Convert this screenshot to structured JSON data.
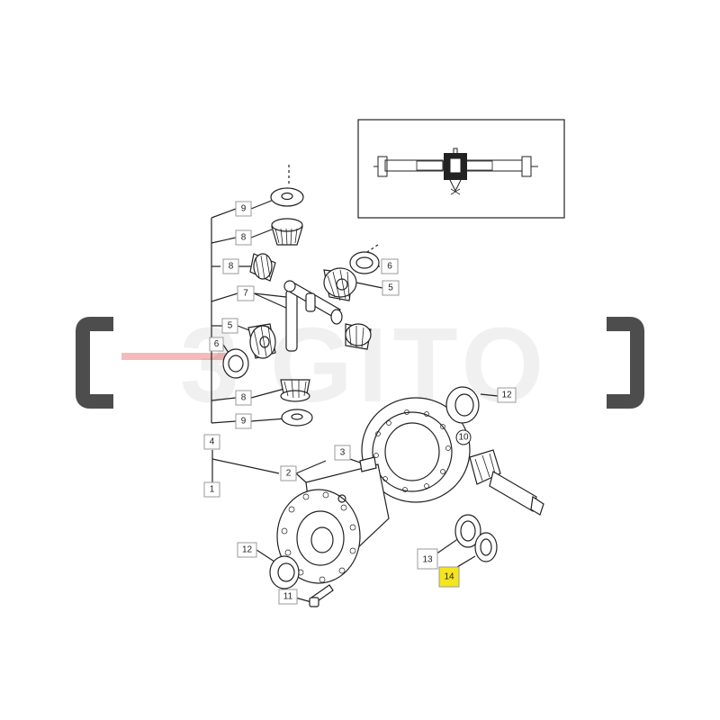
{
  "watermark": {
    "text": "GITO",
    "prefix": "3",
    "accent": "#e23b3b"
  },
  "inset": {
    "title": "driveline-overview",
    "highlight": "#222222"
  },
  "labels": {
    "l1": "1",
    "l2": "2",
    "l3": "3",
    "l4": "4",
    "l5a": "5",
    "l5b": "5",
    "l6a": "6",
    "l6b": "6",
    "l7": "7",
    "l8a": "8",
    "l8b": "8",
    "l8c": "8",
    "l9a": "9",
    "l9b": "9",
    "l10": "10",
    "l11": "11",
    "l12a": "12",
    "l12b": "12",
    "l13": "13",
    "l14": "14"
  },
  "colors": {
    "line": "#222222",
    "box": "#9a9a9a",
    "highlight": "#f5e51c",
    "watermark_bar": "#3a3a3a"
  }
}
